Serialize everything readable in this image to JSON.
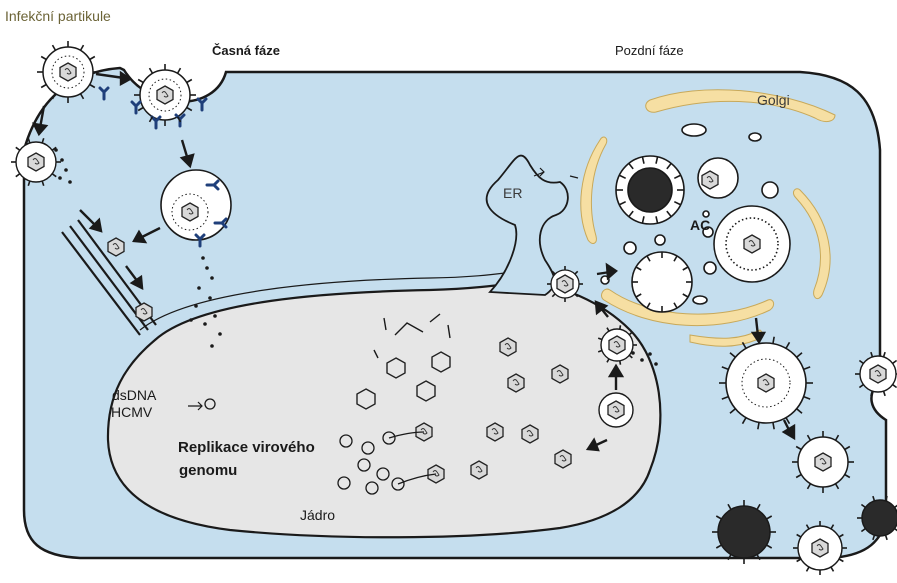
{
  "labels": {
    "infectious_particles": "Infekční partikule",
    "early_phase": "Časná fáze",
    "late_phase": "Pozdní fáze",
    "golgi": "Golgi",
    "er": "ER",
    "ac": "AC",
    "dsdna": "dsDNA",
    "hcmv": "HCMV",
    "replication_line1": "Replikace virového",
    "replication_line2": "genomu",
    "nucleus": "Jádro"
  },
  "colors": {
    "cytoplasm": "#c5deee",
    "nucleus": "#e6e6e6",
    "golgi": "#f6dfa3",
    "receptor": "#1f3f7a",
    "outline": "#1a1a1a",
    "dense_body": "#2a2a2a"
  }
}
